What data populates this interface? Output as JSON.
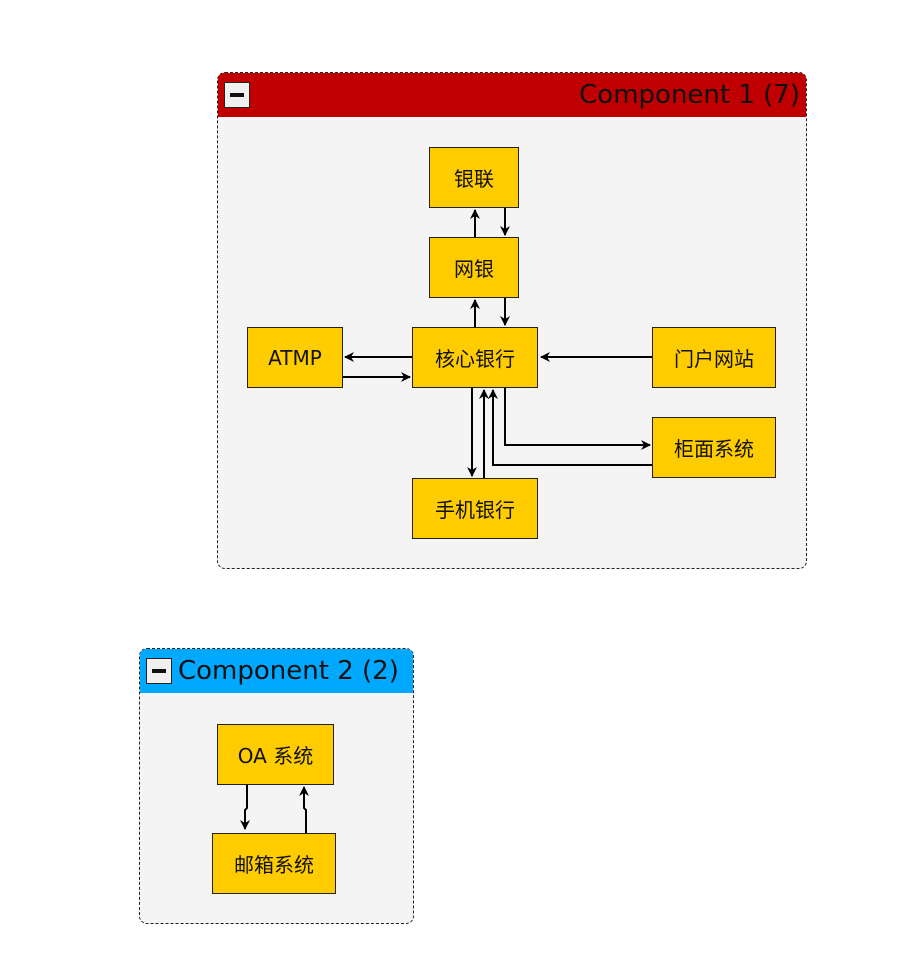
{
  "colors": {
    "component1_header": "#c00000",
    "component2_header": "#00a8ff",
    "node_fill": "#ffcc00",
    "group_fill": "#f4f4f4"
  },
  "components": [
    {
      "title": "Component 1 (7)",
      "collapse_icon": "minus-icon",
      "nodes": [
        "银联",
        "网银",
        "ATMP",
        "核心银行",
        "门户网站",
        "柜面系统",
        "手机银行"
      ]
    },
    {
      "title": "Component 2 (2)",
      "collapse_icon": "minus-icon",
      "nodes": [
        "OA 系统",
        "邮箱系统"
      ]
    }
  ],
  "edges": [
    {
      "from": "网银",
      "to": "银联"
    },
    {
      "from": "银联",
      "to": "网银"
    },
    {
      "from": "核心银行",
      "to": "网银"
    },
    {
      "from": "网银",
      "to": "核心银行"
    },
    {
      "from": "核心银行",
      "to": "ATMP"
    },
    {
      "from": "ATMP",
      "to": "核心银行"
    },
    {
      "from": "门户网站",
      "to": "核心银行"
    },
    {
      "from": "核心银行",
      "to": "柜面系统"
    },
    {
      "from": "柜面系统",
      "to": "核心银行"
    },
    {
      "from": "核心银行",
      "to": "手机银行"
    },
    {
      "from": "手机银行",
      "to": "核心银行"
    },
    {
      "from": "OA 系统",
      "to": "邮箱系统"
    },
    {
      "from": "邮箱系统",
      "to": "OA 系统"
    }
  ]
}
